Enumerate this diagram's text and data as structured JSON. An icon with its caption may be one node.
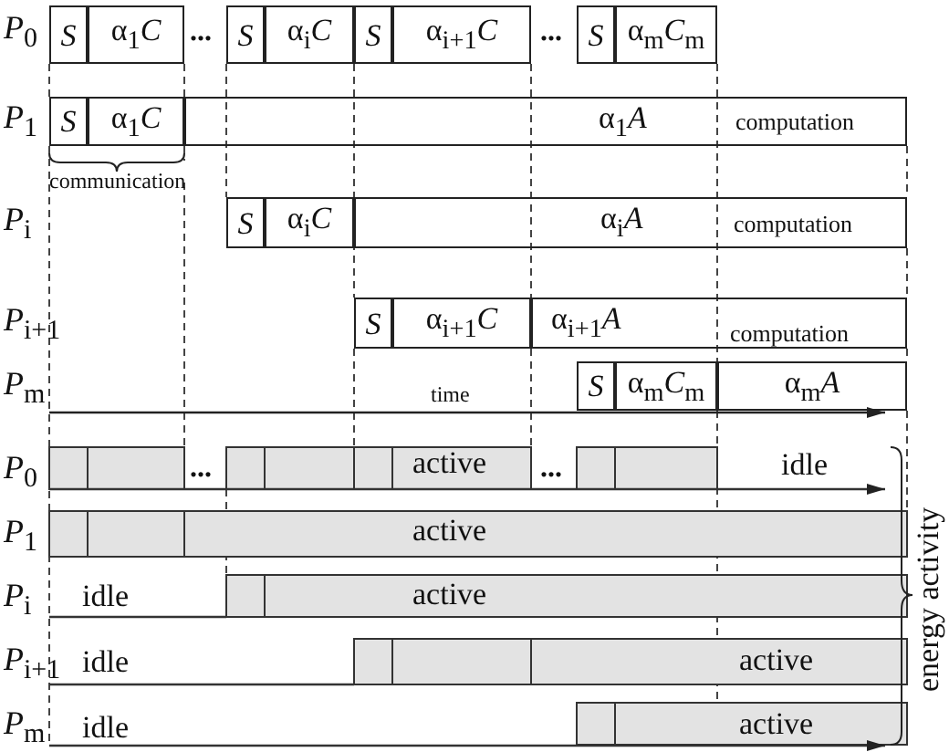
{
  "diagram": {
    "nodes": [
      {
        "text": [
          "S"
        ]
      },
      {
        "text": [
          "α$_{1}$*C*"
        ]
      },
      {
        "text": [
          "S"
        ]
      },
      {
        "text": [
          "α$_{i}$*C*"
        ]
      },
      {
        "text": [
          "S"
        ]
      },
      {
        "text": [
          "α$_{i+1}$*C*"
        ]
      },
      {
        "text": [
          "S"
        ]
      },
      {
        "text": [
          "α$_{m}$*C*$_{m}$"
        ]
      },
      {
        "text": [
          "S"
        ]
      },
      {
        "text": [
          "α$_{1}$*C*"
        ]
      },
      {
        "text": [
          "α$_{1}$*A*",
          "computation"
        ]
      },
      {
        "text": [
          "S"
        ]
      },
      {
        "text": [
          "α$_{i}$*C*"
        ]
      },
      {
        "text": [
          "α$_{i}$*A*",
          "computation"
        ]
      },
      {
        "text": [
          "S"
        ]
      },
      {
        "text": [
          "α$_{i+1}$*C*"
        ]
      },
      {
        "text": [
          "α$_{i+1}$*A*",
          "computation"
        ]
      },
      {
        "text": [
          "S"
        ]
      },
      {
        "text": [
          "α$_{m}$*C*$_{m}$"
        ]
      },
      {
        "text": [
          "α$_{m}$*A*"
        ]
      }
    ],
    "edges": [],
    "labels": [
      "*P*$_{0}$",
      "...",
      "...",
      "*P*$_{1}$",
      "communication",
      "*P*$_{i}$",
      "*P*$_{i+1}$",
      "*P*$_{m}$",
      "time",
      "*P*$_{0}$",
      "...",
      "active",
      "...",
      "idle",
      "*P*$_{1}$",
      "active",
      "*P*$_{i}$",
      "idle",
      "active",
      "*P*$_{i+1}$",
      "idle",
      "active",
      "*P*$_{m}$",
      "idle",
      "active",
      "energy activity"
    ]
  }
}
